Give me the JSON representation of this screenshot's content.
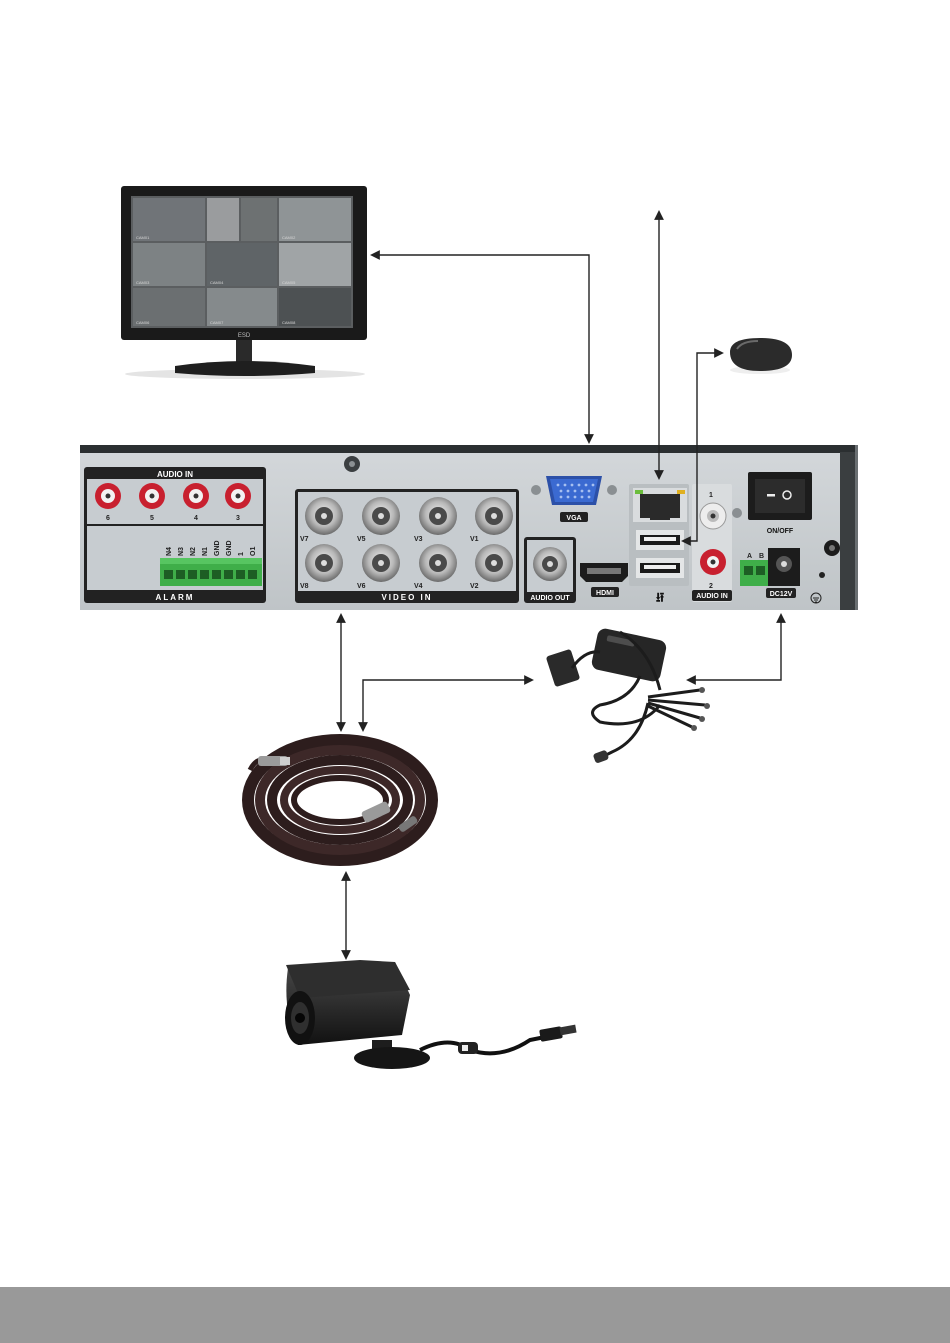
{
  "panel": {
    "audio_in_title": "AUDIO IN",
    "audio_channels": [
      "6",
      "5",
      "4",
      "3"
    ],
    "alarm_pins": [
      "N4",
      "N3",
      "N2",
      "N1",
      "GND",
      "GND",
      "1",
      "O1"
    ],
    "alarm_label": "ALARM",
    "video_in_label": "VIDEO IN",
    "video_top": [
      "V7",
      "V5",
      "V3",
      "V1"
    ],
    "video_bottom": [
      "V8",
      "V6",
      "V4",
      "V2"
    ],
    "vga_label": "VGA",
    "audio_out_label": "AUDIO OUT",
    "hdmi_label": "HDMI",
    "audio_in2_label": "AUDIO IN",
    "audio_in2_ch1": "1",
    "audio_in2_ch2": "2",
    "rs485_a": "A",
    "rs485_b": "B",
    "dc_label": "DC12V",
    "on_off_label": "ON/OFF",
    "usb_symbol": "⭿"
  },
  "monitor": {
    "brand": "ESD",
    "cam_labels": [
      "CAM01",
      "CAM02",
      "CAM03",
      "CAM04",
      "CAM05",
      "CAM06",
      "CAM07",
      "CAM08"
    ]
  },
  "colors": {
    "panel_bg": "#c9ced1",
    "terminal_green": "#3fae49",
    "rca_red": "#c8202f",
    "footer": "#999999"
  },
  "icons": {
    "monitor": "monitor-icon",
    "mouse": "mouse-icon",
    "power_adapter": "power-adapter-icon",
    "cable_coil": "bnc-cable-icon",
    "camera": "bullet-camera-icon"
  }
}
